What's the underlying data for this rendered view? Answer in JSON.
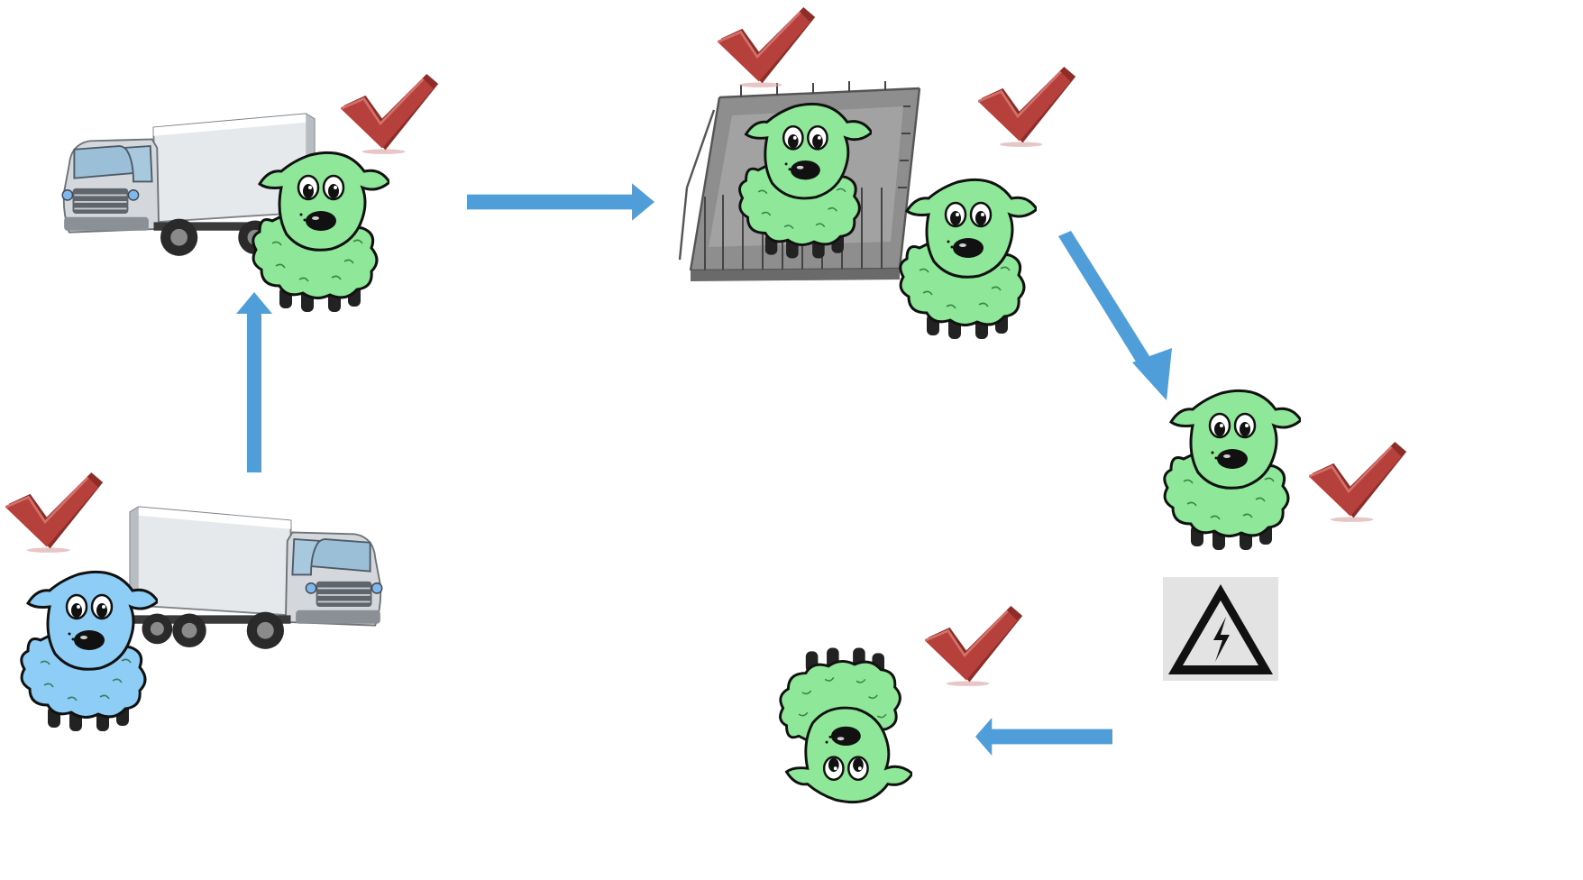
{
  "colors": {
    "background": "#ffffff",
    "arrow": "#4f9ed9",
    "checkmark": "#b5403c",
    "sheep_green": "#8fe899",
    "sheep_blue": "#8ecdf5",
    "warning_sign_bg": "#e3e3e3"
  },
  "icons": {
    "truck": "truck-icon",
    "sheep": "sheep-icon",
    "checkmark": "checkmark-icon",
    "pen": "holding-pen-icon",
    "warning": "electric-hazard-icon",
    "arrow": "flow-arrow-icon"
  },
  "steps": [
    {
      "id": "loading",
      "sheep_color": "blue",
      "checked": true
    },
    {
      "id": "transport",
      "sheep_color": "green",
      "checked": true
    },
    {
      "id": "lairage",
      "sheep_color": "green",
      "checked": true
    },
    {
      "id": "handling",
      "sheep_color": "green",
      "checked": true
    },
    {
      "id": "stunning",
      "sheep_color": "green",
      "checked": true
    },
    {
      "id": "post-stun",
      "sheep_color": "green",
      "checked": true,
      "inverted": true
    }
  ]
}
